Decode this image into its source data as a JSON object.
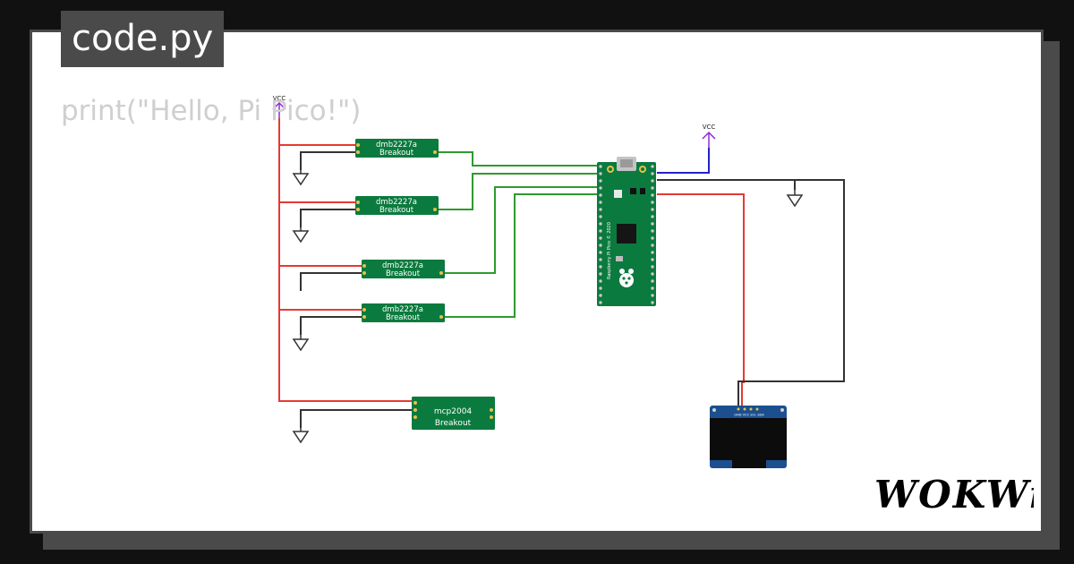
{
  "header": {
    "filename": "code.py"
  },
  "code": {
    "line1": "print(\"Hello, Pi Pico!\")"
  },
  "circuit": {
    "vcc_label": "VCC",
    "breakouts": [
      {
        "name": "dmb2227a",
        "sub": "Breakout"
      },
      {
        "name": "dmb2227a",
        "sub": "Breakout"
      },
      {
        "name": "dmb2227a",
        "sub": "Breakout"
      },
      {
        "name": "dmb2227a",
        "sub": "Breakout"
      },
      {
        "name": "mcp2004",
        "sub": "Breakout"
      }
    ],
    "pico_label": "Raspberry Pi Pico © 2020",
    "oled_pins": "GND VCC SCL SDA"
  },
  "brand": {
    "logo": "WOKWi"
  },
  "colors": {
    "board": "#0b7a3e",
    "wire_red": "#e53935",
    "wire_green": "#2e9a2e",
    "wire_black": "#333333",
    "wire_blue": "#2222cc",
    "vcc_purple": "#8e2bd6",
    "oled": "#1b4f8f"
  }
}
